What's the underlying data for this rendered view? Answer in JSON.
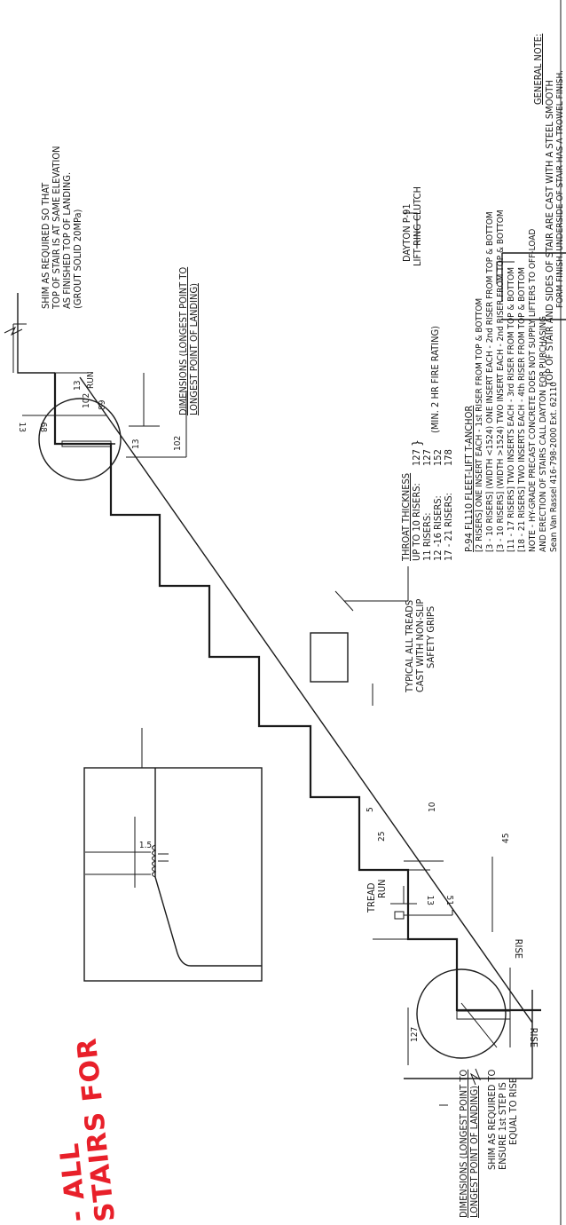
{
  "general_note": {
    "heading": "GENERAL NOTE:",
    "line1": "TOP OF STAIR AND SIDES OF STAIR ARE CAST WITH A STEEL SMOOTH",
    "line2": "FORM FINISH.  UNDERSIDE OF STAIR HAS A TROWEL FINISH."
  },
  "detail": {
    "dim_45": "45",
    "dim_10": "10",
    "dim_1_5": "1.5",
    "dim_5": "5"
  },
  "treads_note": {
    "line1": "TYPICAL ALL TREADS",
    "line2": "CAST WITH NON-SLIP",
    "line3": "SAFETY GRIPS"
  },
  "dims": {
    "tread": "TREAD",
    "run": "RUN",
    "rise": "RISE",
    "dim_25": "25",
    "dim_51": "51",
    "dim_13": "13",
    "dim_127": "127",
    "dim_102": "102",
    "dim_89": "89",
    "dim_68": "68",
    "dim_13_top": "13",
    "dim_13_right": "13",
    "dim_102_right": "102"
  },
  "bottom_shim_note": {
    "line1": "SHIM AS REQUIRED TO",
    "line2": "ENSURE 1st STEP IS",
    "line3": "EQUAL TO RISE"
  },
  "bottom_dimensions_note": {
    "line1": "DIMENSIONS (LONGEST POINT TO",
    "line2": "LONGEST POINT OF LANDING)"
  },
  "top_shim_note": {
    "line1": "SHIM AS REQUIRED SO THAT",
    "line2": "TOP OF STAIR IS AT SAME ELEVATION",
    "line3": "AS FINISHED TOP OF LANDING.",
    "line4": "(GROUT SOLID 20MPa)"
  },
  "top_dimensions_note": {
    "line1": "DIMENSIONS (LONGEST POINT TO",
    "line2": "LONGEST POINT OF LANDING)"
  },
  "throat": {
    "heading": "THROAT THICKNESS",
    "rows": [
      {
        "label": "UP TO 10 RISERS:",
        "value": "127"
      },
      {
        "label": "11 RISERS:",
        "value": "127"
      },
      {
        "label": "12 -16 RISERS:",
        "value": "152"
      },
      {
        "label": "17 - 21 RISERS:",
        "value": "178"
      }
    ],
    "fire_rating": "(MIN. 2 HR FIRE RATING)"
  },
  "anchor": {
    "heading": "P-94 FL110 FLEET-LIFT T-ANCHOR",
    "lines": [
      "[2 RISERS] ONE INSERT EACH - 1st RISER FROM TOP & BOTTOM",
      "[3 - 10 RISERS] (WIDTH <1524) ONE INSERT EACH - 2nd RISER FROM TOP & BOTTOM",
      "[3 - 10 RISERS] (WIDTH >1524) TWO INSERT EACH - 2nd RISER FROM TOP & BOTTOM",
      "[11 - 17 RISERS] TWO INSERTS EACH - 3rd RISER FROM TOP & BOTTOM",
      "[18 - 21 RISERS] TWO INSERTS EACH - 4th RISER FROM TOP & BOTTOM",
      "NOTE - HY-GRADE PRECAST CONCRETE DOES NOT SUPPLY LIFTERS TO OFF-LOAD",
      "AND ERECTION OF STAIRS CALL DAYTON FOR PURCHASING",
      "Sean Van Rassel 416-798-2000 Ext. 62110"
    ]
  },
  "dayton": {
    "line1": "DAYTON P-91",
    "line2": "LIFT RING CLUTCH"
  },
  "handwritten": {
    "line1": "- ALL",
    "line2": "STAIRS FOR"
  },
  "colors": {
    "ink": "#1a1a1a",
    "handwriting": "#e8202a"
  }
}
